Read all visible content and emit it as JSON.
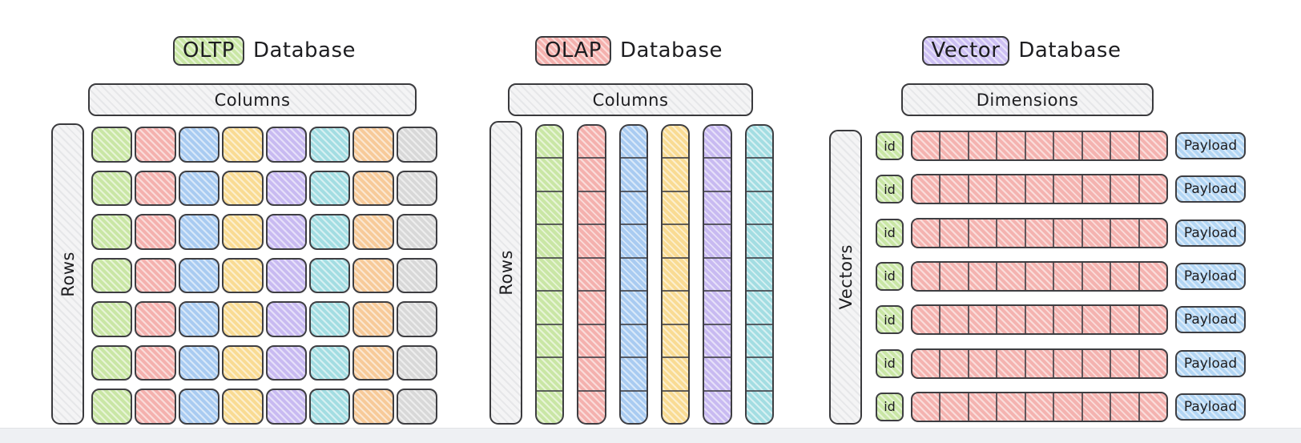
{
  "style": {
    "stroke": "#3a3a3d",
    "header_fill": "#f4f4f5",
    "background": "#ffffff",
    "footer_band": "#eef0f3"
  },
  "panels": {
    "oltp": {
      "title_badge": "OLTP",
      "title_rest": "Database",
      "badge_color": "#c9e6a5",
      "columns_label": "Columns",
      "rows_label": "Rows",
      "grid": {
        "rows": 7,
        "columns": 8,
        "column_color_names": [
          "green",
          "red",
          "blue",
          "yellow",
          "purple",
          "teal",
          "orange",
          "gray"
        ],
        "column_colors": [
          "#c9e6a5",
          "#f4b1ae",
          "#a9cbf1",
          "#f9db93",
          "#c8baf1",
          "#a3dde2",
          "#f7ca99",
          "#d8d8d8"
        ]
      }
    },
    "olap": {
      "title_badge": "OLAP",
      "title_rest": "Database",
      "badge_color": "#f4b1ae",
      "columns_label": "Columns",
      "rows_label": "Rows",
      "columns": {
        "count": 6,
        "segments": 9,
        "color_names": [
          "green",
          "red",
          "blue",
          "yellow",
          "purple",
          "teal"
        ],
        "colors": [
          "#c9e6a5",
          "#f4b1ae",
          "#a9cbf1",
          "#f9db93",
          "#c8baf1",
          "#a3dde2"
        ]
      }
    },
    "vector": {
      "title_badge": "Vector",
      "title_rest": "Database",
      "badge_color": "#cdc0f3",
      "dimensions_label": "Dimensions",
      "vectors_label": "Vectors",
      "rows_count": 7,
      "row": {
        "id_label": "id",
        "id_color": "#c9e6a5",
        "vector_color": "#f4b3b0",
        "vector_segments": 9,
        "payload_label": "Payload",
        "payload_color": "#b3d6f4"
      }
    }
  }
}
